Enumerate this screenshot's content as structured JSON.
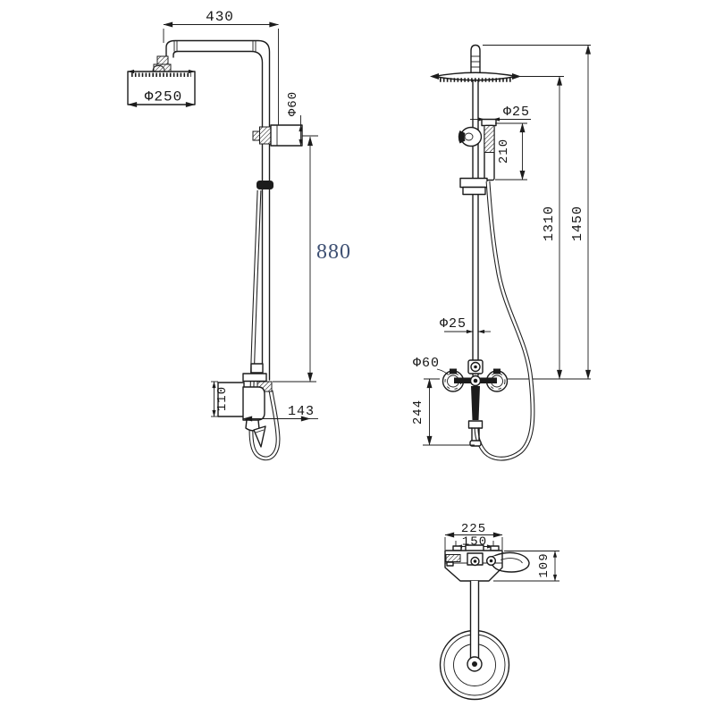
{
  "drawing": {
    "ink_color": "#1c1c1c",
    "note_color": "#3e5073",
    "side_view": {
      "arm_length": "430",
      "head_diameter": "Φ250",
      "bracket_diameter": "Φ60",
      "overall_height": "880",
      "valve_body_height": "110",
      "wall_offset": "143"
    },
    "front_view": {
      "hand_shower_diameter": "Φ25",
      "hand_shower_length": "210",
      "pipe_diameter": "Φ25",
      "escutcheon_diameter": "Φ60",
      "spout_drop": "244",
      "head_height": "1310",
      "total_height": "1450"
    },
    "top_view": {
      "body_width": "225",
      "inlet_spacing": "150",
      "body_depth": "109"
    }
  }
}
